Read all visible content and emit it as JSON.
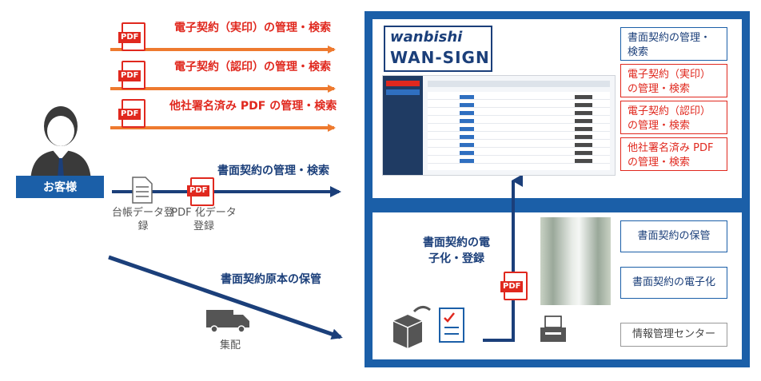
{
  "customer": {
    "label": "お客様"
  },
  "flows": [
    {
      "label": "電子契約（実印）の管理・検索"
    },
    {
      "label": "電子契約（認印）の管理・検索"
    },
    {
      "label": "他社署名済み PDF の管理・検索"
    }
  ],
  "paper_flow": {
    "label": "書面契約の管理・検索",
    "step1": "台帳データ登録",
    "step2": "PDF 化データ登録"
  },
  "storage_flow": {
    "label": "書面契約原本の保管",
    "truck_label": "集配"
  },
  "pdf_tag": "PDF",
  "digitize": {
    "label": "書面契約の電子化・登録"
  },
  "product": {
    "brand": "wanbishi",
    "name": "WAN-SIGN",
    "boxes": [
      {
        "text": "書面契約の管理・検索",
        "color": "blue"
      },
      {
        "text": "電子契約（実印）の管理・検索",
        "color": "red"
      },
      {
        "text": "電子契約（認印）の管理・検索",
        "color": "red"
      },
      {
        "text": "他社署名済み PDF の管理・検索",
        "color": "red"
      }
    ]
  },
  "center": {
    "boxes": [
      "書面契約の保管",
      "書面契約の電子化"
    ],
    "name": "情報管理センター"
  },
  "colors": {
    "red": "#e0281e",
    "navy": "#1b3f7a",
    "blue": "#1b5fa8",
    "orange": "#ee7a2f"
  }
}
